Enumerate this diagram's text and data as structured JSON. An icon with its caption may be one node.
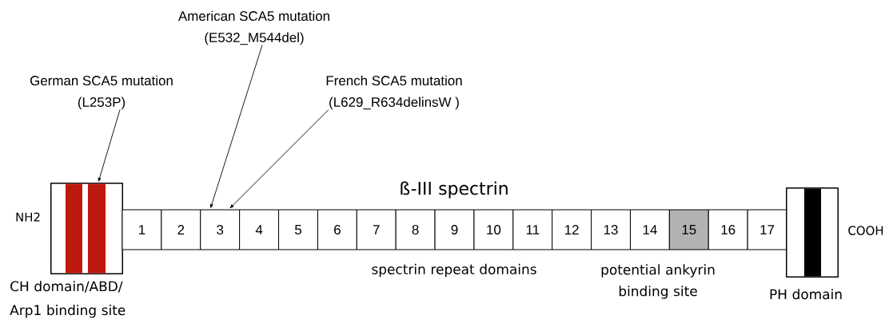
{
  "diagram": {
    "nodes": [
      {
        "text": [],
        "shape": "box",
        "beside": [
          "CH domain/ABD/ Arp1 binding site"
        ]
      },
      {
        "text": [
          "1"
        ]
      },
      {
        "text": [
          "2"
        ]
      },
      {
        "text": [
          "3"
        ]
      },
      {
        "text": [
          "4"
        ]
      },
      {
        "text": [
          "5"
        ]
      },
      {
        "text": [
          "6"
        ]
      },
      {
        "text": [
          "7"
        ]
      },
      {
        "text": [
          "8"
        ]
      },
      {
        "text": [
          "9"
        ]
      },
      {
        "text": [
          "10"
        ]
      },
      {
        "text": [
          "11"
        ]
      },
      {
        "text": [
          "12"
        ]
      },
      {
        "text": [
          "13"
        ]
      },
      {
        "text": [
          "14"
        ]
      },
      {
        "text": [
          "15"
        ]
      },
      {
        "text": [
          "16"
        ]
      },
      {
        "text": [
          "17"
        ]
      },
      {
        "text": [],
        "shape": "box",
        "beside": [
          "PH domain"
        ]
      },
      {
        "text": [
          "German SCA5 mutation",
          "(L253P)"
        ]
      },
      {
        "text": [
          "American SCA5 mutation",
          "(E532_M544del)"
        ]
      },
      {
        "text": [
          "French SCA5 mutation",
          "(L629_R634delinsW )"
        ]
      }
    ],
    "edges": [
      {
        "from": 19,
        "to": 0,
        "arrow": "to"
      },
      {
        "from": 20,
        "to": 3,
        "arrow": "to"
      },
      {
        "from": 21,
        "to": 3,
        "arrow": "to"
      }
    ],
    "labels": [
      "ß-III spectrin",
      "NH2",
      "COOH",
      "spectrin repeat domains",
      "potential ankyrin binding site"
    ]
  }
}
